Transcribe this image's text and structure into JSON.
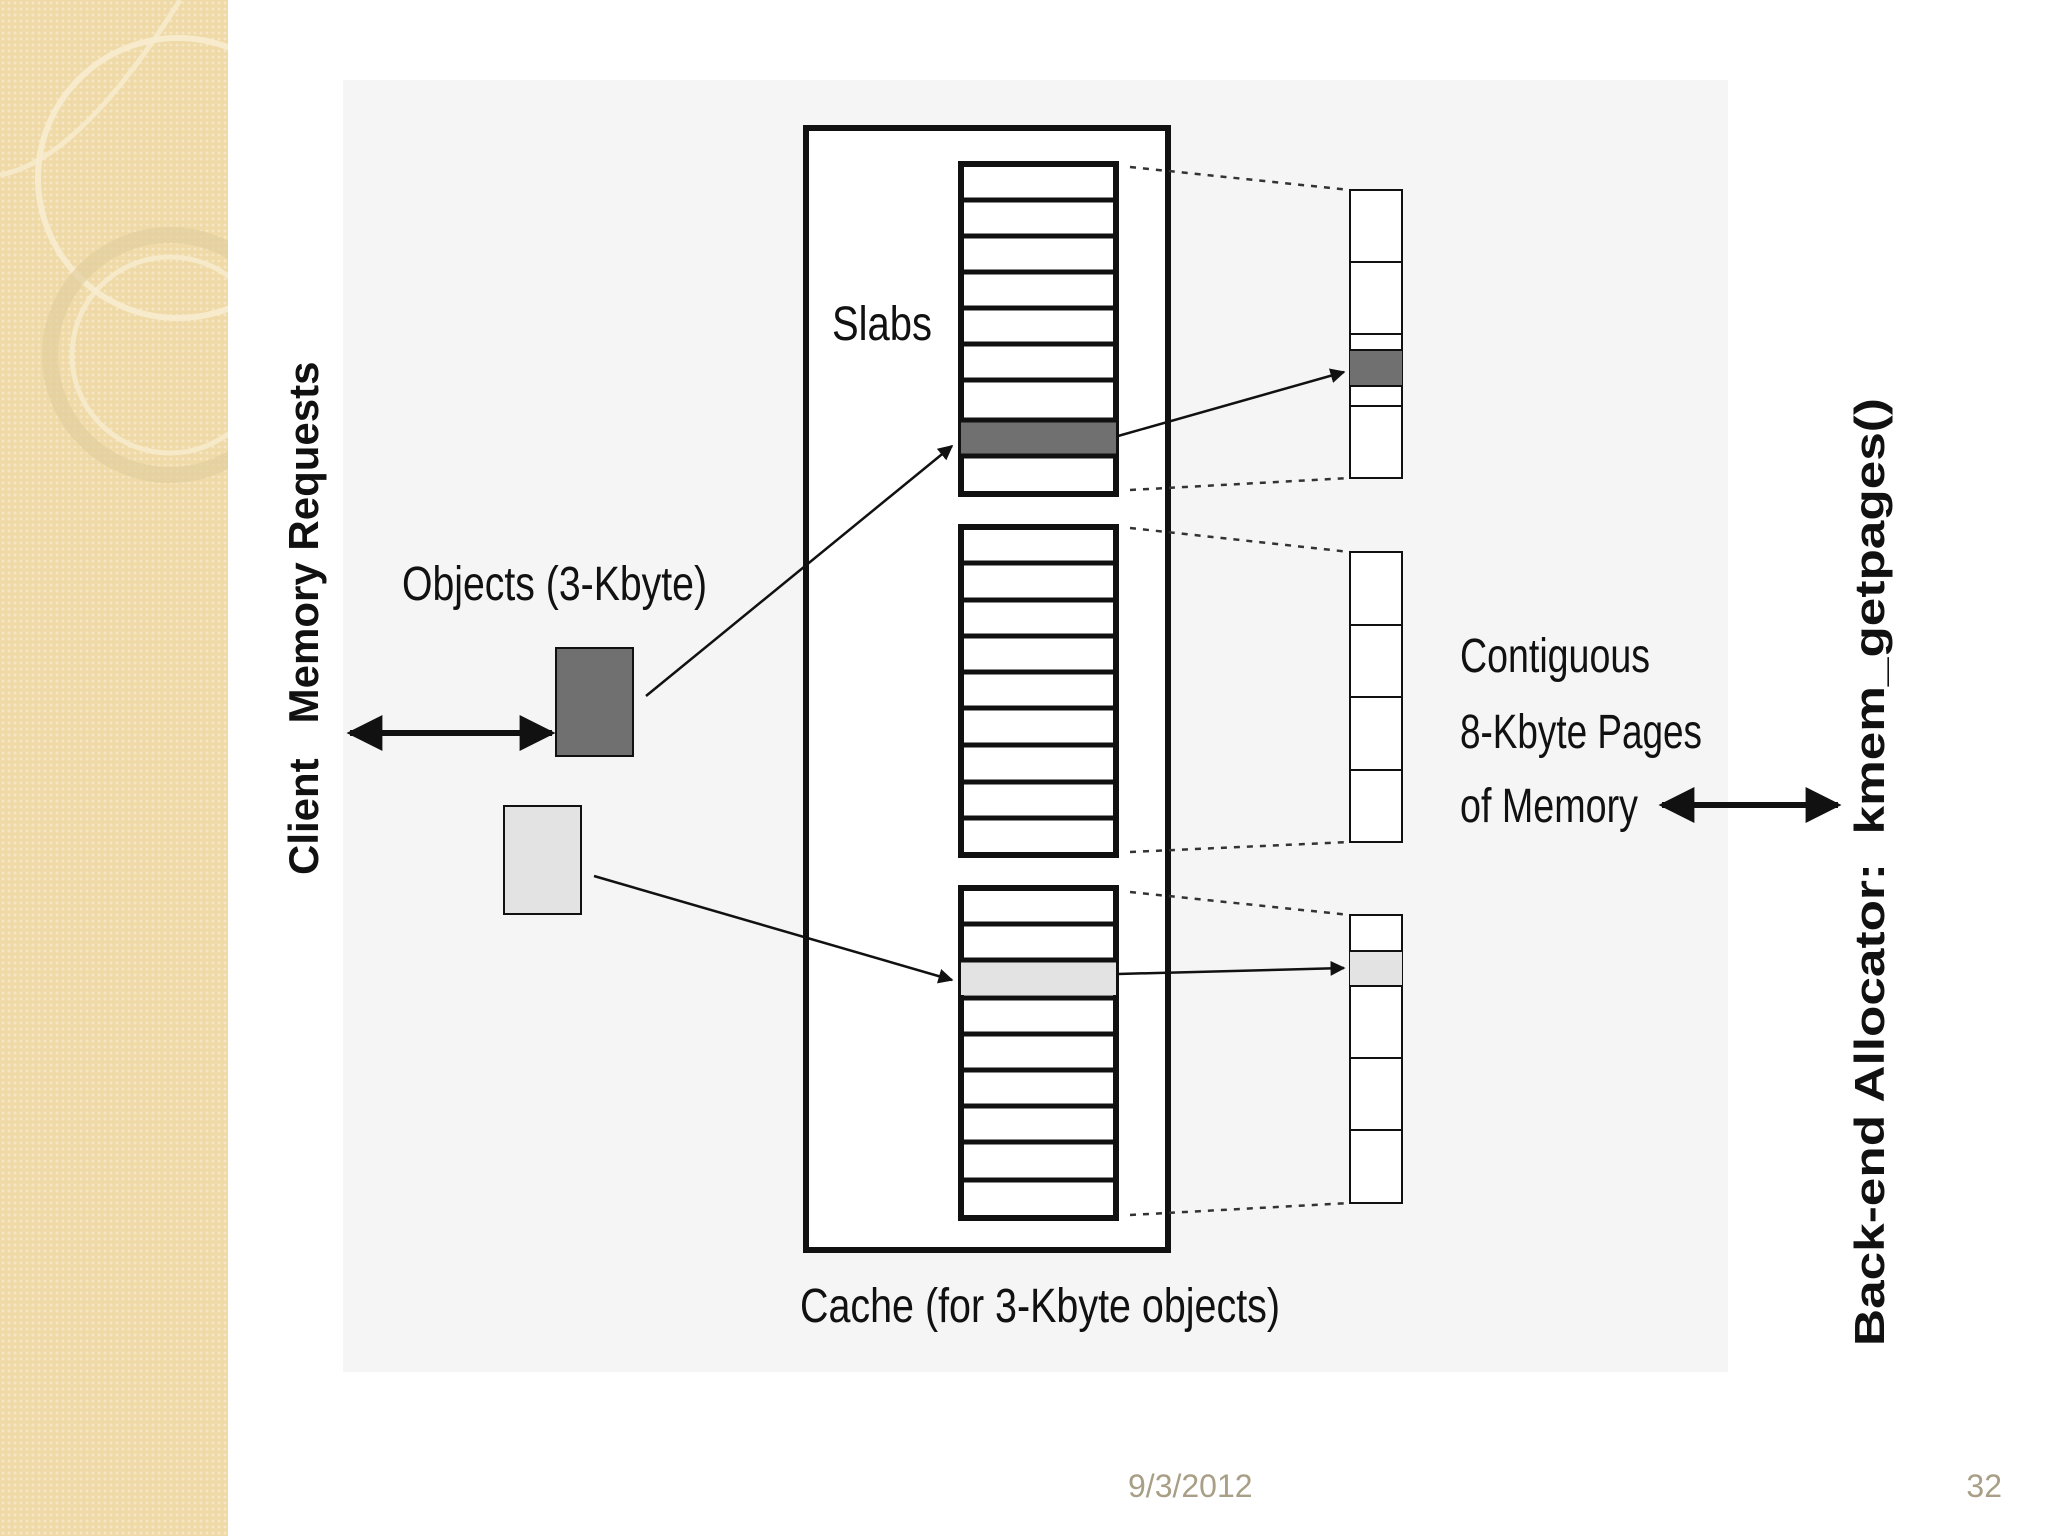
{
  "slide": {
    "date": "9/3/2012",
    "page_number": "32"
  },
  "diagram": {
    "client_label": "Client   Memory Requests",
    "objects_label": "Objects (3-Kbyte)",
    "slabs_label": "Slabs",
    "cache_label": "Cache (for 3-Kbyte objects)",
    "pages_label_line1": "Contiguous",
    "pages_label_line2": "8-Kbyte Pages",
    "pages_label_line3": "of Memory",
    "backend_label": "Back-end Allocator:  kmem_getpages()"
  },
  "colors": {
    "sidebar": "#efd9a6",
    "figure_bg": "#f5f5f5",
    "object_dark": "#707070",
    "object_light": "#e3e3e3",
    "footer_text": "#a89f86"
  }
}
